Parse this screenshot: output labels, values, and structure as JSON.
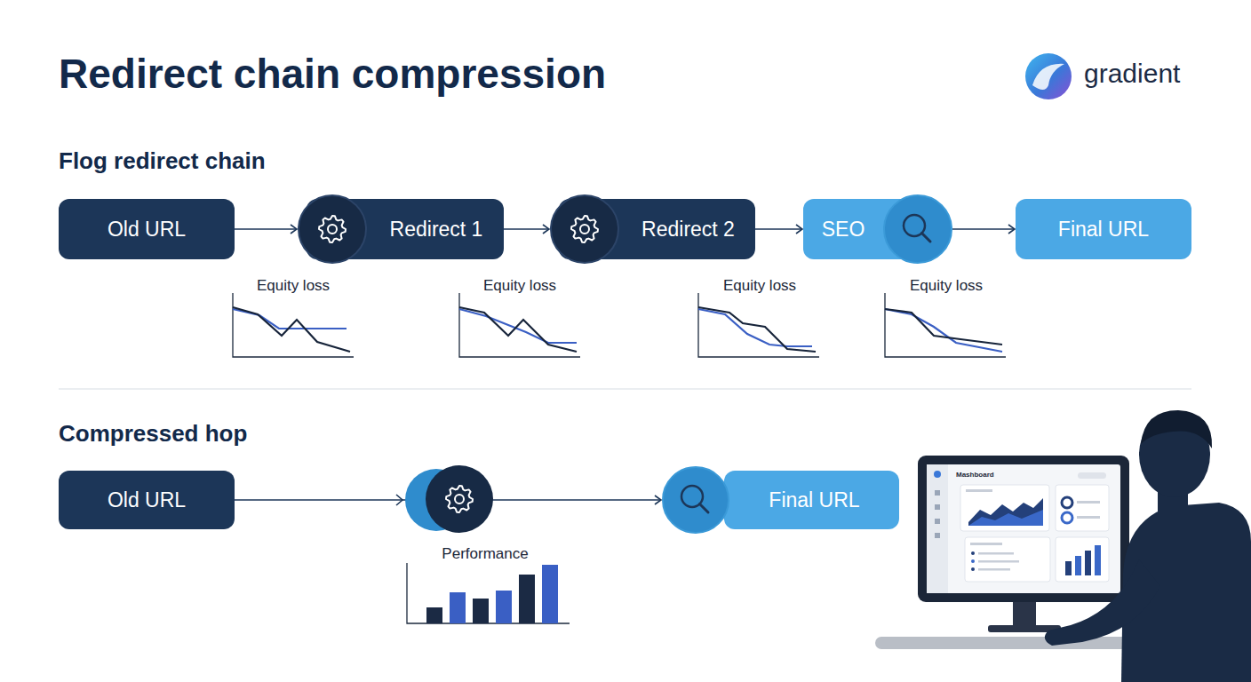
{
  "diagram": {
    "title": "Redirect chain compression",
    "nodes": [
      {
        "text": [
          "Old URL"
        ]
      },
      {
        "text": [
          "Redirect 1"
        ]
      },
      {
        "text": [
          "Redirect 2"
        ]
      },
      {
        "text": [
          "SEO"
        ]
      },
      {
        "text": [
          "Final URL"
        ]
      },
      {
        "text": [
          "Old URL"
        ]
      },
      {
        "text": [
          "Final URL"
        ]
      }
    ],
    "edges": [
      {
        "from": 0,
        "to": 1,
        "arrow": "to"
      },
      {
        "from": 1,
        "to": 2,
        "arrow": "to"
      },
      {
        "from": 2,
        "to": 3,
        "arrow": "to"
      },
      {
        "from": 3,
        "to": 4,
        "arrow": "to"
      },
      {
        "from": 5,
        "to": 6,
        "arrow": "to"
      }
    ],
    "labels": [
      "gradient",
      "Flog redirect chain",
      "Equity loss",
      "Equity loss",
      "Equity loss",
      "Equity loss",
      "Compressed hop",
      "Performance",
      "Mashboard"
    ]
  }
}
